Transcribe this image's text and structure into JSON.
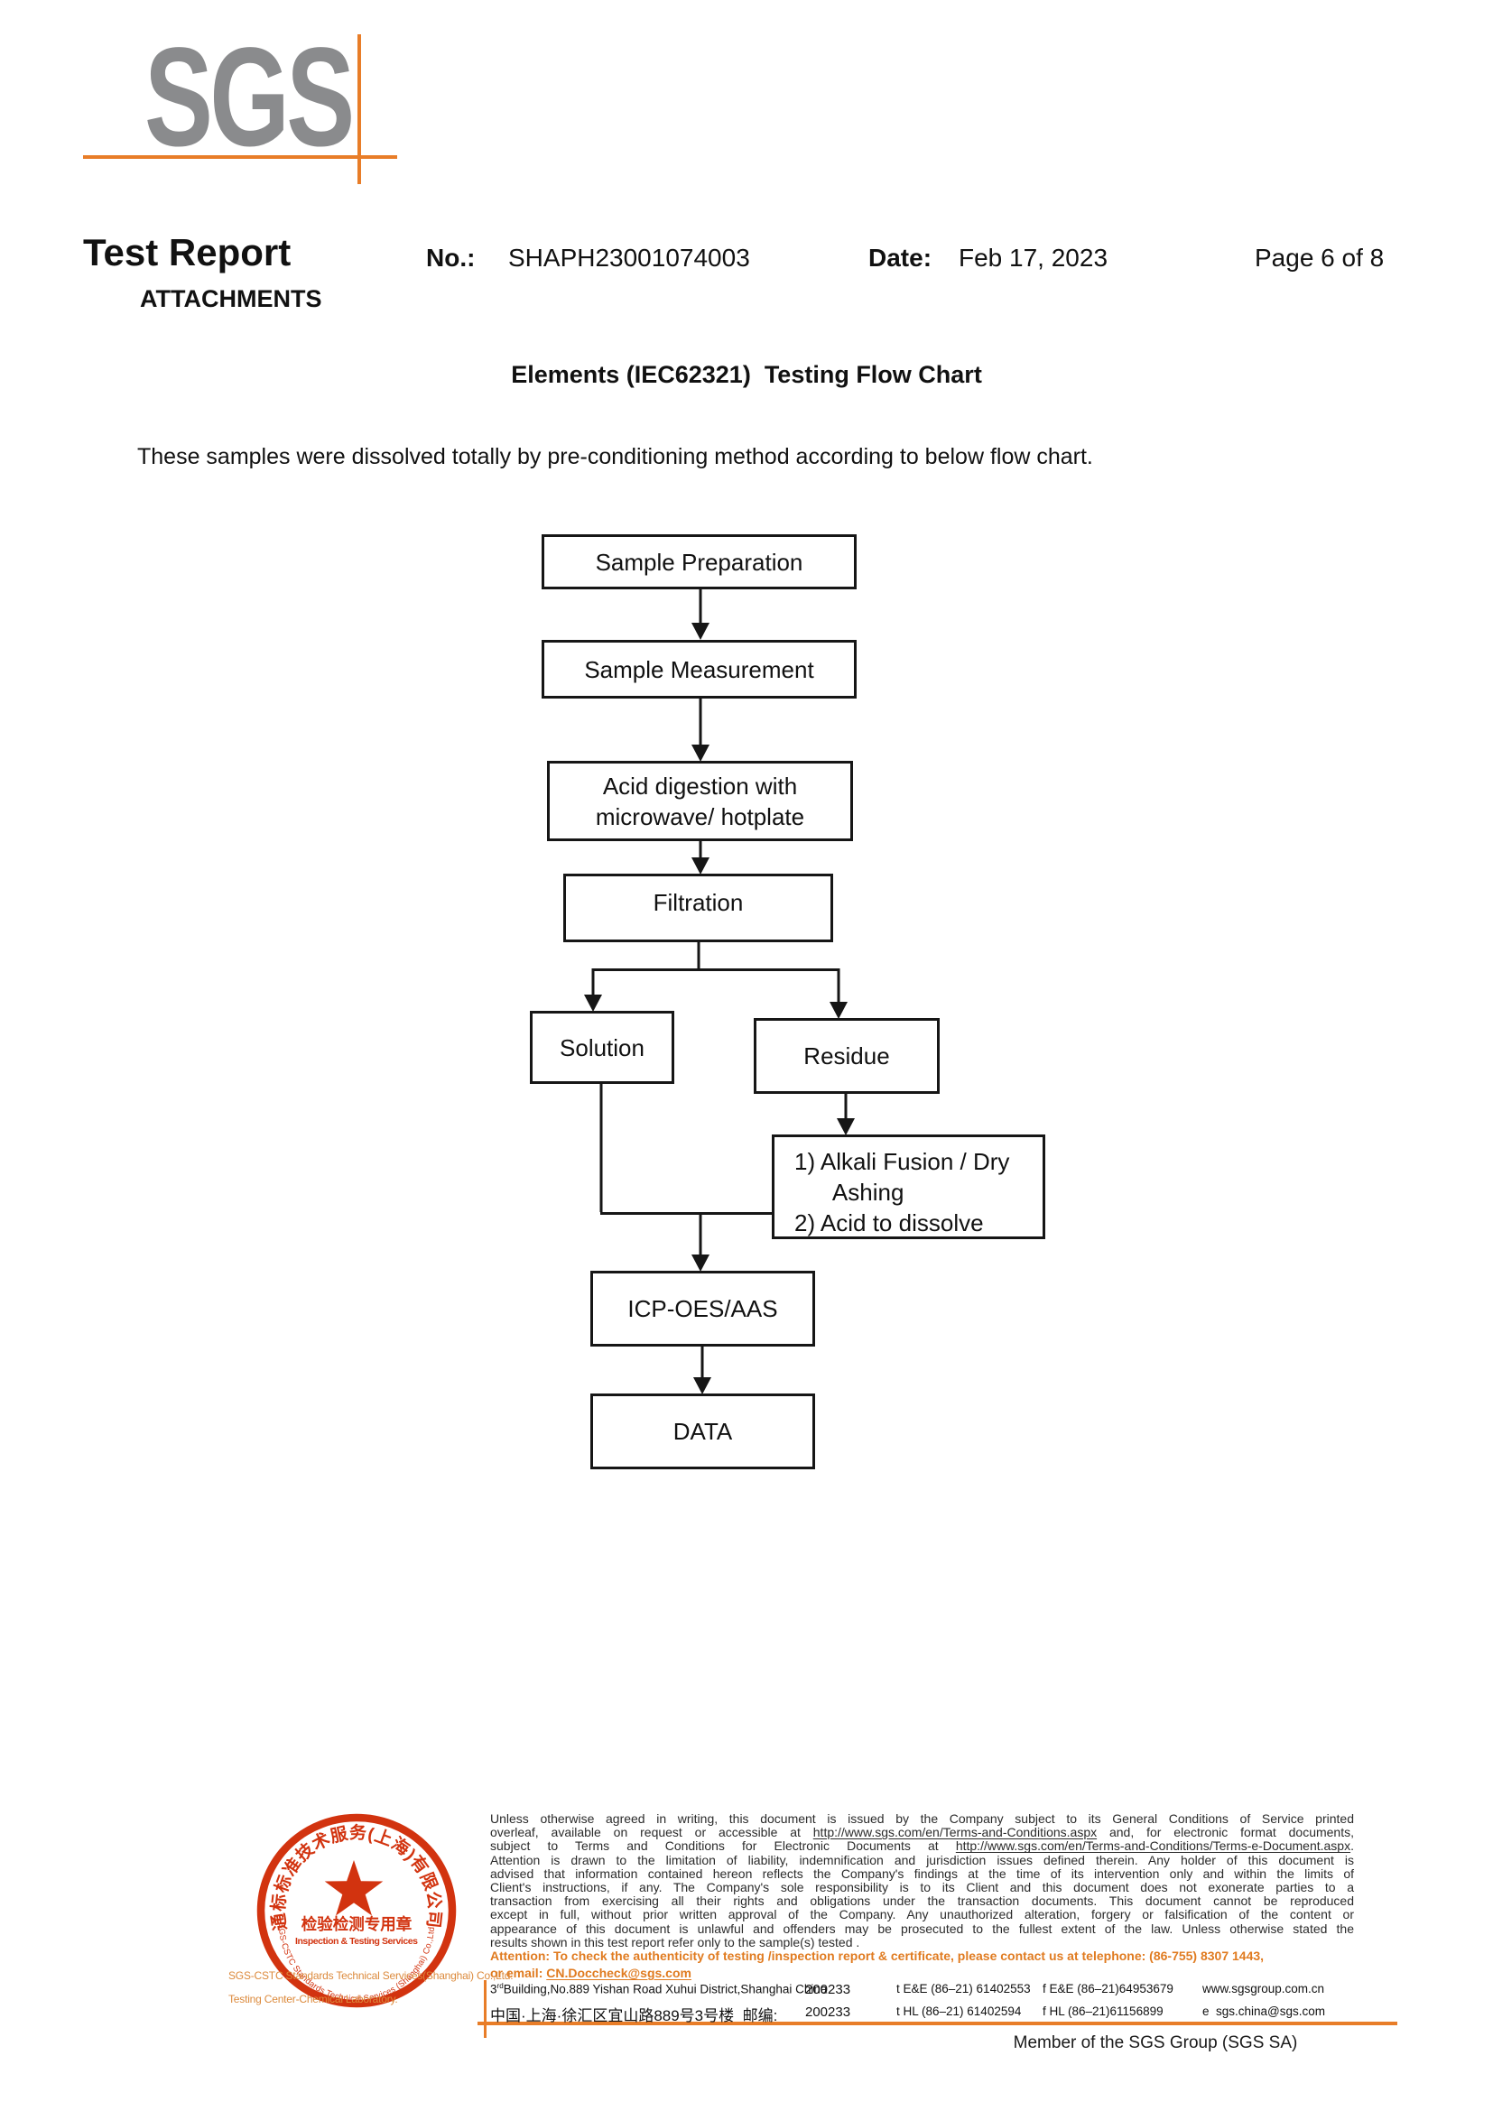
{
  "header": {
    "logo": "SGS",
    "report_title": "Test Report",
    "no_label": "No.:",
    "no_value": "SHAPH23001074003",
    "date_label": "Date:",
    "date_value": "Feb 17, 2023",
    "page_info": "Page 6 of 8",
    "attachments": "ATTACHMENTS"
  },
  "body": {
    "flow_title": "Elements (IEC62321)  Testing Flow Chart",
    "intro": "These samples were dissolved totally by pre-conditioning method according to below flow chart."
  },
  "flowchart": {
    "steps": [
      {
        "id": "sample-preparation",
        "lines": [
          "Sample Preparation"
        ]
      },
      {
        "id": "sample-measurement",
        "lines": [
          "Sample Measurement"
        ]
      },
      {
        "id": "acid-digestion",
        "lines": [
          "Acid digestion with",
          "microwave/ hotplate"
        ]
      },
      {
        "id": "filtration",
        "lines": [
          "Filtration"
        ]
      },
      {
        "id": "solution",
        "lines": [
          "Solution"
        ]
      },
      {
        "id": "residue",
        "lines": [
          "Residue"
        ]
      },
      {
        "id": "alkali-fusion",
        "lines": [
          "1) Alkali Fusion / Dry",
          "      Ashing",
          "2) Acid to dissolve"
        ],
        "align": "left"
      },
      {
        "id": "icp",
        "lines": [
          "ICP-OES/AAS"
        ]
      },
      {
        "id": "data",
        "lines": [
          "DATA"
        ]
      }
    ]
  },
  "stamp": {
    "ring_top_text": "通标标准技术服务(上海)有限公司",
    "ring_bottom_text": "SGS-CSTC Standards Technical Services (Shanghai) Co.,Ltd.",
    "center_cn": "检验检测专用章",
    "center_en": "Inspection & Testing Services",
    "side_line1": "SGS-CSTC Standards Technical Services(Shanghai) Co.,Ltd.",
    "side_line2": "Testing Center-Chemical Laboratory.",
    "red": "#d2330f",
    "orange": "#dc8a3c"
  },
  "footer": {
    "legal_lines": [
      "Unless otherwise agreed in writing, this document is issued by the Company subject to its General Conditions of Service printed",
      "overleaf, available on request or accessible at [u]http://www.sgs.com/en/Terms-and-Conditions.aspx[/u] and, for electronic format documents,",
      "subject to Terms and Conditions for Electronic Documents at [u]http://www.sgs.com/en/Terms-and-Conditions/Terms-e-Document.aspx[/u].",
      "Attention is drawn to the limitation of liability, indemnification and jurisdiction issues defined therein. Any holder of this document is",
      "advised that information contained hereon reflects the Company's findings at the time of its intervention only and within the limits of",
      "Client's instructions, if any. The Company's sole responsibility is to its Client and this document does not exonerate parties to a",
      "transaction from exercising all their rights and obligations under the transaction documents. This document cannot be reproduced",
      "except in full, without prior written approval of the Company. Any unauthorized alteration, forgery or falsification of the content or",
      "appearance of this document is unlawful and offenders may be prosecuted to the fullest extent of the law. Unless otherwise stated the",
      "results shown in this test report refer only to the sample(s) tested ."
    ],
    "attention_line1": "Attention: To check the authenticity of testing /inspection report & certificate, please contact us at telephone: (86-755) 8307 1443,",
    "attention_line2": "or email: [u]CN.Doccheck@sgs.com[/u]",
    "address_rows": [
      [
        "3[sup]rd[/sup]Building,No.889 Yishan Road Xuhui District,Shanghai China",
        "200233",
        "t E&E (86–21) 61402553",
        "f E&E (86–21)64953679",
        "www.sgsgroup.com.cn"
      ],
      [
        "中国·上海·徐汇区宜山路889号3号楼  邮编:",
        "200233",
        "t HL (86–21) 61402594",
        "f HL (86–21)61156899",
        "e  sgs.china@sgs.com"
      ]
    ],
    "member_text": "Member of the SGS Group (SGS SA)",
    "orange": "#e87d28"
  }
}
